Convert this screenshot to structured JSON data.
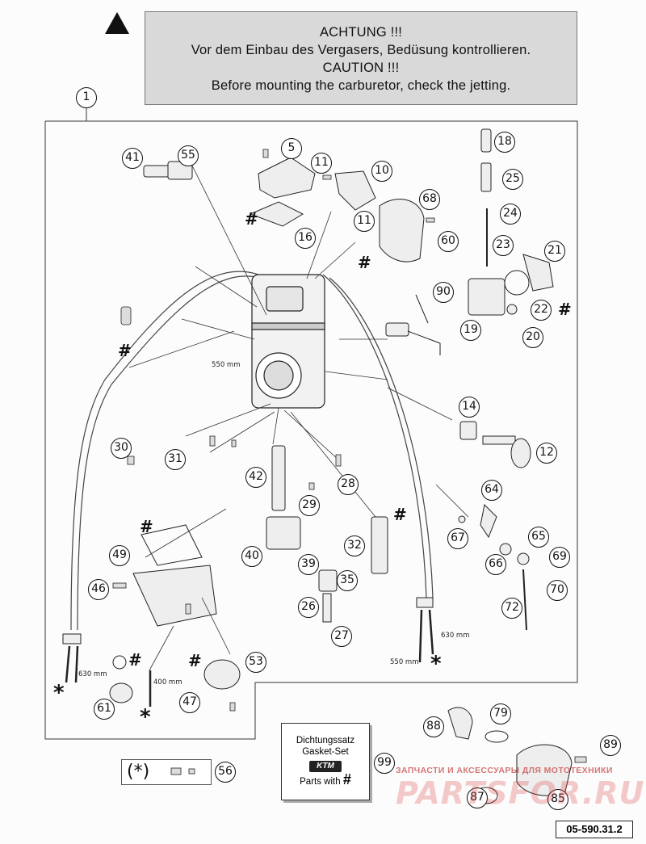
{
  "warning": {
    "line1": "ACHTUNG !!!",
    "line2": "Vor dem Einbau des Vergasers, Bedüsung kontrollieren.",
    "line3": "CAUTION !!!",
    "line4": "Before mounting the carburetor, check the jetting."
  },
  "main_callout": "1",
  "callouts": {
    "c41": "41",
    "c55": "55",
    "c5": "5",
    "c11a": "11",
    "c10": "10",
    "c68": "68",
    "c11b": "11",
    "c60": "60",
    "c16": "16",
    "c18": "18",
    "c25": "25",
    "c24": "24",
    "c23": "23",
    "c21": "21",
    "c22": "22",
    "c19": "19",
    "c20": "20",
    "c90": "90",
    "c14": "14",
    "c12": "12",
    "c30": "30",
    "c31": "31",
    "c42": "42",
    "c28": "28",
    "c29": "29",
    "c64": "64",
    "c67": "67",
    "c65": "65",
    "c66": "66",
    "c69": "69",
    "c70": "70",
    "c72": "72",
    "c32": "32",
    "c40": "40",
    "c39": "39",
    "c49": "49",
    "c46": "46",
    "c35": "35",
    "c26": "26",
    "c27": "27",
    "c53": "53",
    "c47": "47",
    "c61": "61",
    "c88": "88",
    "c79": "79",
    "c89": "89",
    "c99": "99",
    "c87": "87",
    "c85": "85",
    "c56": "56"
  },
  "marks": {
    "hash": "#",
    "star": "*"
  },
  "dimensions": {
    "d550a": "550 mm",
    "d630a": "630 mm",
    "d400": "400 mm",
    "d630b": "630 mm",
    "d550b": "550 mm"
  },
  "special": {
    "label": "(*)"
  },
  "gasket_set": {
    "line1": "Dichtungssatz",
    "line2": "Gasket-Set",
    "logo": "KTM",
    "line3": "Parts with"
  },
  "watermark": {
    "text": "ЗАПЧАСТИ И АКСЕССУАРЫ ДЛЯ МОТОТЕХНИКИ",
    "logo": "PARTSFOR.RU"
  },
  "reference": "05-590.31.2"
}
